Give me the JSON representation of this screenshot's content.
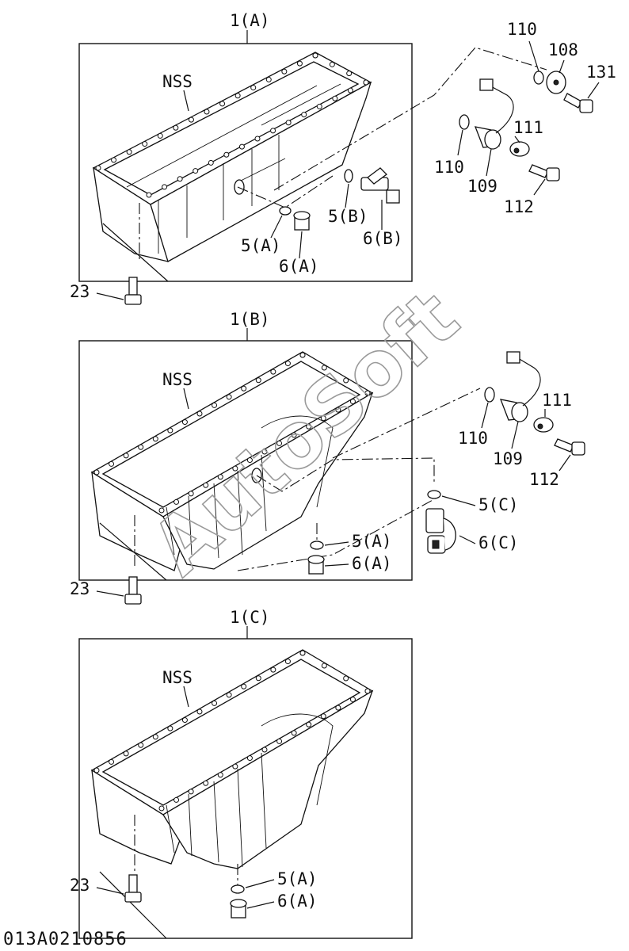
{
  "diagram": {
    "watermark": "AutoSoft",
    "drawing_code": "013A0210856",
    "sections": [
      {
        "title": "1(A)",
        "nss": "NSS",
        "callouts": [
          "110",
          "108",
          "131",
          "110",
          "111",
          "109",
          "112",
          "5(B)",
          "6(B)",
          "5(A)",
          "6(A)",
          "23"
        ]
      },
      {
        "title": "1(B)",
        "nss": "NSS",
        "callouts": [
          "110",
          "111",
          "109",
          "112",
          "5(C)",
          "6(C)",
          "5(A)",
          "6(A)",
          "23"
        ]
      },
      {
        "title": "1(C)",
        "nss": "NSS",
        "callouts": [
          "5(A)",
          "6(A)",
          "23"
        ]
      }
    ]
  }
}
